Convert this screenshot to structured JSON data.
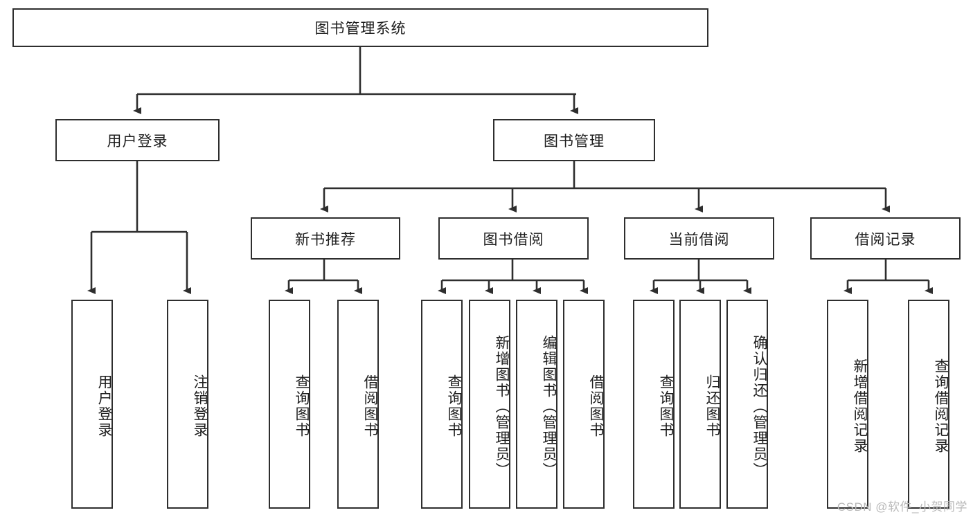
{
  "diagram": {
    "title_node": {
      "label": "图书管理系统"
    },
    "level2": [
      {
        "id": "user-login",
        "label": "用户登录"
      },
      {
        "id": "book-manage",
        "label": "图书管理"
      }
    ],
    "level3": [
      {
        "id": "new-book-recommend",
        "label": "新书推荐"
      },
      {
        "id": "book-borrow",
        "label": "图书借阅"
      },
      {
        "id": "current-borrow",
        "label": "当前借阅"
      },
      {
        "id": "borrow-record",
        "label": "借阅记录"
      }
    ],
    "leaves": {
      "user_login": [
        {
          "id": "leaf-user-login",
          "label": "用户登录"
        },
        {
          "id": "leaf-logout-login",
          "label": "注销登录"
        }
      ],
      "new_book_recommend": [
        {
          "id": "leaf-query-book-1",
          "label": "查询图书"
        },
        {
          "id": "leaf-borrow-book-1",
          "label": "借阅图书"
        }
      ],
      "book_borrow": [
        {
          "id": "leaf-query-book-2",
          "label": "查询图书"
        },
        {
          "id": "leaf-add-book",
          "label": "新增图书（管理员）"
        },
        {
          "id": "leaf-edit-book",
          "label": "编辑图书（管理员）"
        },
        {
          "id": "leaf-borrow-book-2",
          "label": "借阅图书"
        }
      ],
      "current_borrow": [
        {
          "id": "leaf-query-book-3",
          "label": "查询图书"
        },
        {
          "id": "leaf-return-book",
          "label": "归还图书"
        },
        {
          "id": "leaf-confirm-return",
          "label": "确认归还（管理员）"
        }
      ],
      "borrow_record": [
        {
          "id": "leaf-add-record",
          "label": "新增借阅记录"
        },
        {
          "id": "leaf-query-record",
          "label": "查询借阅记录"
        }
      ]
    },
    "watermark": "CSDN @软件_小贺同学",
    "colors": {
      "stroke": "#2e2e2e",
      "background": "#ffffff",
      "text": "#1d1d1d",
      "watermark": "#b9b9b9"
    }
  }
}
